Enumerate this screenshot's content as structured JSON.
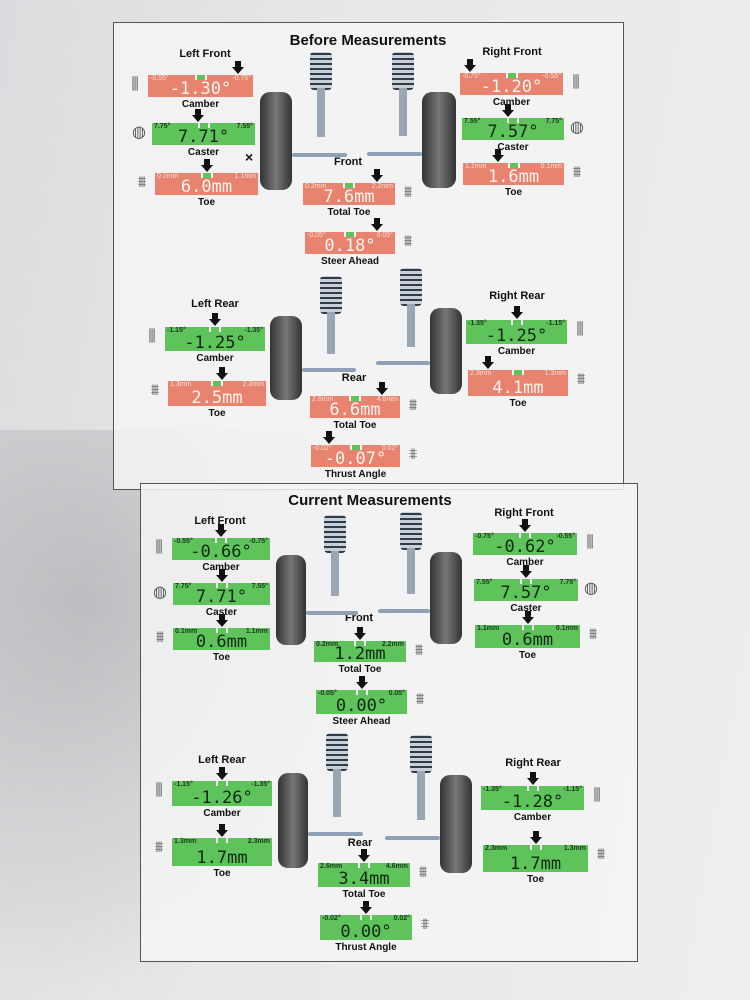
{
  "before": {
    "title": "Before Measurements",
    "left_front": "Left Front",
    "right_front": "Right Front",
    "front": "Front",
    "left_rear": "Left Rear",
    "right_rear": "Right Rear",
    "rear": "Rear",
    "x_mark": "×",
    "gauges": {
      "lf_camber": {
        "label": "Camber",
        "value": "-1.30°",
        "min": "-0.55°",
        "max": "-0.75°",
        "status": "red"
      },
      "lf_caster": {
        "label": "Caster",
        "value": "7.71°",
        "min": "7.75°",
        "max": "7.55°",
        "status": "green"
      },
      "lf_toe": {
        "label": "Toe",
        "value": "6.0mm",
        "min": "0.1mm",
        "max": "1.1mm",
        "status": "red"
      },
      "rf_camber": {
        "label": "Camber",
        "value": "-1.20°",
        "min": "-0.75°",
        "max": "-0.55°",
        "status": "red"
      },
      "rf_caster": {
        "label": "Caster",
        "value": "7.57°",
        "min": "7.55°",
        "max": "7.75°",
        "status": "green"
      },
      "rf_toe": {
        "label": "Toe",
        "value": "1.6mm",
        "min": "1.1mm",
        "max": "0.1mm",
        "status": "red"
      },
      "front_total_toe": {
        "label": "Total Toe",
        "value": "7.6mm",
        "min": "0.2mm",
        "max": "2.2mm",
        "status": "red"
      },
      "steer_ahead": {
        "label": "Steer Ahead",
        "value": "0.18°",
        "min": "-0.05°",
        "max": "0.05°",
        "status": "red"
      },
      "lr_camber": {
        "label": "Camber",
        "value": "-1.25°",
        "min": "-1.15°",
        "max": "-1.35°",
        "status": "green"
      },
      "lr_toe": {
        "label": "Toe",
        "value": "2.5mm",
        "min": "1.3mm",
        "max": "2.3mm",
        "status": "red"
      },
      "rr_camber": {
        "label": "Camber",
        "value": "-1.25°",
        "min": "-1.35°",
        "max": "-1.15°",
        "status": "green"
      },
      "rr_toe": {
        "label": "Toe",
        "value": "4.1mm",
        "min": "2.3mm",
        "max": "1.3mm",
        "status": "red"
      },
      "rear_total_toe": {
        "label": "Total Toe",
        "value": "6.6mm",
        "min": "2.6mm",
        "max": "4.6mm",
        "status": "red"
      },
      "thrust_angle": {
        "label": "Thrust Angle",
        "value": "-0.07°",
        "min": "-0.02°",
        "max": "0.02°",
        "status": "red"
      }
    }
  },
  "current": {
    "title": "Current Measurements",
    "left_front": "Left Front",
    "right_front": "Right Front",
    "front": "Front",
    "left_rear": "Left Rear",
    "right_rear": "Right Rear",
    "rear": "Rear",
    "gauges": {
      "lf_camber": {
        "label": "Camber",
        "value": "-0.66°",
        "min": "-0.55°",
        "max": "-0.75°",
        "status": "green"
      },
      "lf_caster": {
        "label": "Caster",
        "value": "7.71°",
        "min": "7.75°",
        "max": "7.55°",
        "status": "green"
      },
      "lf_toe": {
        "label": "Toe",
        "value": "0.6mm",
        "min": "0.1mm",
        "max": "1.1mm",
        "status": "green"
      },
      "rf_camber": {
        "label": "Camber",
        "value": "-0.62°",
        "min": "-0.75°",
        "max": "-0.55°",
        "status": "green"
      },
      "rf_caster": {
        "label": "Caster",
        "value": "7.57°",
        "min": "7.55°",
        "max": "7.75°",
        "status": "green"
      },
      "rf_toe": {
        "label": "Toe",
        "value": "0.6mm",
        "min": "1.1mm",
        "max": "0.1mm",
        "status": "green"
      },
      "front_total_toe": {
        "label": "Total Toe",
        "value": "1.2mm",
        "min": "0.2mm",
        "max": "2.2mm",
        "status": "green"
      },
      "steer_ahead": {
        "label": "Steer Ahead",
        "value": "0.00°",
        "min": "-0.05°",
        "max": "0.05°",
        "status": "green"
      },
      "lr_camber": {
        "label": "Camber",
        "value": "-1.26°",
        "min": "-1.15°",
        "max": "-1.35°",
        "status": "green"
      },
      "lr_toe": {
        "label": "Toe",
        "value": "1.7mm",
        "min": "1.3mm",
        "max": "2.3mm",
        "status": "green"
      },
      "rr_camber": {
        "label": "Camber",
        "value": "-1.28°",
        "min": "-1.35°",
        "max": "-1.15°",
        "status": "green"
      },
      "rr_toe": {
        "label": "Toe",
        "value": "1.7mm",
        "min": "2.3mm",
        "max": "1.3mm",
        "status": "green"
      },
      "rear_total_toe": {
        "label": "Total Toe",
        "value": "3.4mm",
        "min": "2.6mm",
        "max": "4.6mm",
        "status": "green"
      },
      "thrust_angle": {
        "label": "Thrust Angle",
        "value": "0.00°",
        "min": "-0.02°",
        "max": "0.02°",
        "status": "green"
      }
    }
  },
  "colors": {
    "out_of_spec": "#e8836f",
    "in_spec": "#5fc35c"
  },
  "icons": {
    "camber": "camber-icon",
    "caster": "caster-icon",
    "toe": "toe-icon",
    "thrust": "thrust-angle-icon"
  }
}
